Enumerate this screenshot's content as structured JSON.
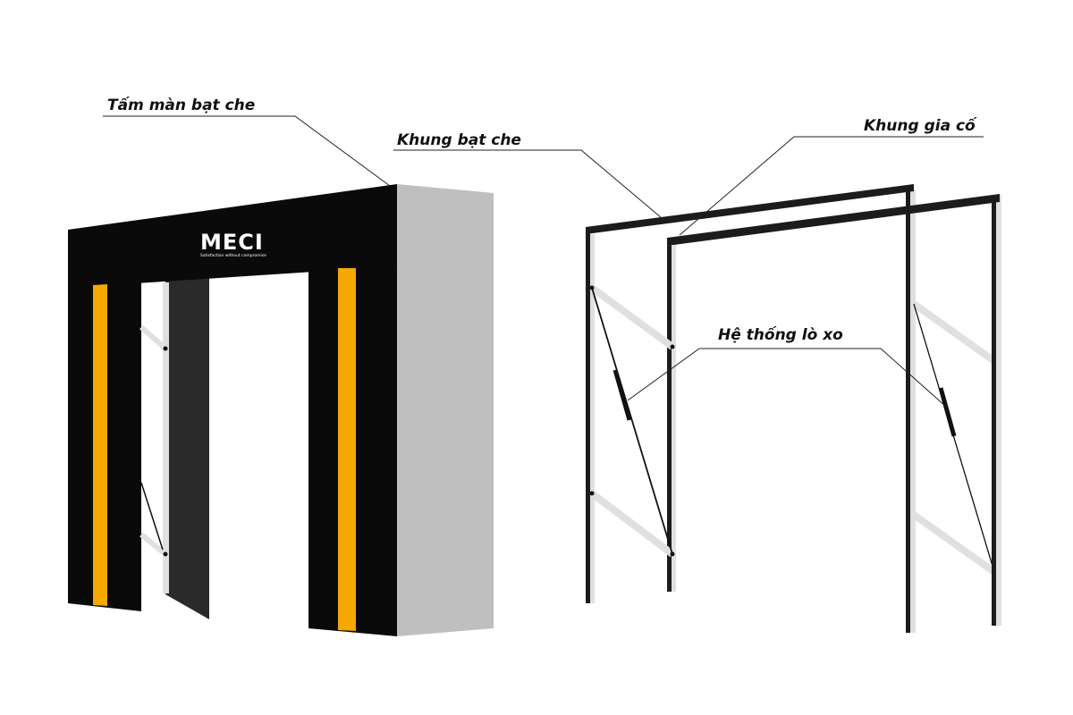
{
  "logo": {
    "brand": "MECI",
    "tagline": "Satisfaction without compromise"
  },
  "labels": {
    "curtain_panel": "Tấm màn bạt che",
    "canopy_frame": "Khung bạt che",
    "reinforcement_frame": "Khung gia cố",
    "spring_system": "Hệ thống lò xo"
  },
  "colors": {
    "canopy_black": "#0a0a0a",
    "stripe_yellow": "#f5a800",
    "side_gray": "#bfbfbf",
    "inner_dark": "#2a2a2a",
    "frame_dark": "#1c1c1c",
    "brace_light": "#e0e0e0"
  }
}
